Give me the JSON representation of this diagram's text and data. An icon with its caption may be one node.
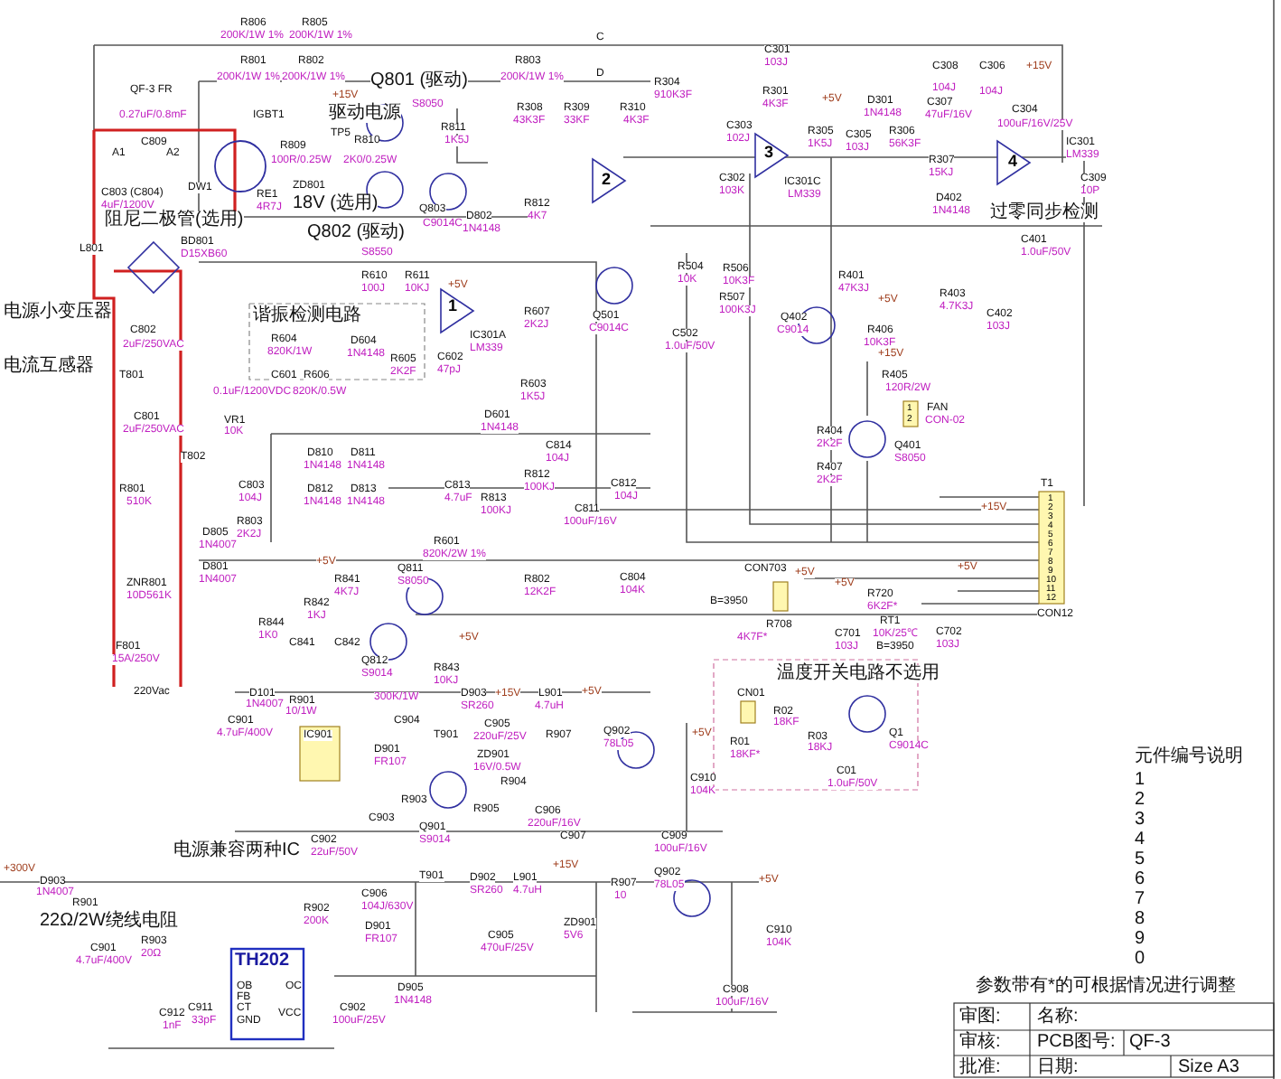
{
  "diagram": {
    "labels": [
      "C",
      "D",
      "R806",
      "200K/1W 1%",
      "R805",
      "200K/1W 1%",
      "R801",
      "200K/1W 1%",
      "R802",
      "200K/1W 1%",
      "R803",
      "200K/1W 1%",
      "QF-3 FR",
      "0.27uF/0.8mF",
      "C809",
      "A1",
      "A2",
      "IGBT1",
      "C803 (C804)",
      "4uF/1200V",
      "DW1",
      "阻尼二极管(选用)",
      "BD801",
      "D15XB60",
      "L801",
      "RE1",
      "4R7J",
      "ZD801",
      "18V (选用)",
      "R809",
      "100R/0.25W",
      "TP5",
      "R810",
      "2K0/0.25W",
      "+15V",
      "驱动电源",
      "Q801 (驱动)",
      "S8050",
      "Q802 (驱动)",
      "S8550",
      "Q803",
      "C9014C",
      "R811",
      "1K5J",
      "D802",
      "1N4148",
      "R812",
      "4K7",
      "R308",
      "43K3F",
      "R309",
      "33KF",
      "R310",
      "4K3F",
      "R304",
      "910K3F",
      "C301",
      "103J",
      "R301",
      "4K3F",
      "C303",
      "102J",
      "C302",
      "103K",
      "IC301C",
      "LM339",
      "+5V",
      "R305",
      "1K5J",
      "C305",
      "103J",
      "D301",
      "1N4148",
      "C308",
      "104J",
      "C306",
      "104J",
      "+15V",
      "C307",
      "47uF/16V",
      "R306",
      "56K3F",
      "C304",
      "100uF/16V/25V",
      "R307",
      "15KJ",
      "IC301",
      "LM339",
      "C309",
      "10P",
      "D402",
      "1N4148",
      "过零同步检测",
      "C401",
      "1.0uF/50V",
      "R504",
      "10K",
      "R506",
      "10K3F",
      "R507",
      "100K3J",
      "C502",
      "1.0uF/50V",
      "R401",
      "47K3J",
      "Q402",
      "C9014",
      "R406",
      "10K3F",
      "+5V",
      "R403",
      "4.7K3J",
      "C402",
      "103J",
      "+15V",
      "R405",
      "120R/2W",
      "FAN",
      "CON-02",
      "R404",
      "2K2F",
      "Q401",
      "S8050",
      "R407",
      "2K2F",
      "T1",
      "+15V",
      "CON12",
      "CON703",
      "+5V",
      "B=3950",
      "+5V",
      "R708",
      "4K7F*",
      "C701",
      "103J",
      "+5V",
      "R720",
      "6K2F*",
      "RT1",
      "10K/25℃",
      "B=3950",
      "C702",
      "103J",
      "温度开关电路不选用",
      "CN01",
      "R02",
      "18KF",
      "R01",
      "18KF*",
      "R03",
      "18KJ",
      "C01",
      "1.0uF/50V",
      "Q1",
      "C9014C",
      "电源小变压器",
      "C802",
      "2uF/250VAC",
      "电流互感器",
      "T801",
      "C801",
      "2uF/250VAC",
      "VR1",
      "10K",
      "T802",
      "R801",
      "510K",
      "C803",
      "104J",
      "R803",
      "2K2J",
      "D810",
      "1N4148",
      "D811",
      "1N4148",
      "D812",
      "1N4148",
      "D813",
      "1N4148",
      "C813",
      "4.7uF",
      "R813",
      "100KJ",
      "C814",
      "104J",
      "R812",
      "100KJ",
      "C811",
      "100uF/16V",
      "C812",
      "104J",
      "R601",
      "820K/2W 1%",
      "D805",
      "1N4007",
      "ZNR801",
      "10D561K",
      "D801",
      "1N4007",
      "R802",
      "12K2F",
      "C804",
      "104K",
      "Q811",
      "S8050",
      "+5V",
      "R841",
      "4K7J",
      "R842",
      "1KJ",
      "R844",
      "1K0",
      "C841",
      "C842",
      "Q812",
      "S9014",
      "R843",
      "10KJ",
      "+5V",
      "F801",
      "15A/250V",
      "220Vac",
      "谐振检测电路",
      "R610",
      "100J",
      "R611",
      "10KJ",
      "+5V",
      "R604",
      "820K/1W",
      "D604",
      "1N4148",
      "C602",
      "47pJ",
      "R605",
      "2K2F",
      "IC301A",
      "LM339",
      "R607",
      "2K2J",
      "R603",
      "1K5J",
      "D601",
      "1N4148",
      "Q501",
      "C9014C",
      "C601",
      "0.1uF/1200VDC",
      "R606",
      "820K/0.5W",
      "D101",
      "1N4007",
      "R901",
      "10/1W",
      "C901",
      "4.7uF/400V",
      "IC901",
      "300K/1W",
      "C904",
      "T901",
      "D903",
      "SR260",
      "C905",
      "220uF/25V",
      "+15V",
      "L901",
      "4.7uH",
      "+5V",
      "D901",
      "FR107",
      "ZD901",
      "16V/0.5W",
      "R904",
      "R905",
      "Q901",
      "S9014",
      "R903",
      "C903",
      "C902",
      "22uF/50V",
      "电源兼容两种IC",
      "C906",
      "220uF/16V",
      "C907",
      "R907",
      "Q902",
      "78L05",
      "+5V",
      "C910",
      "104K",
      "C909",
      "100uF/16V",
      "+300V",
      "D903",
      "1N4007",
      "R901",
      "22Ω/2W绕线电阻",
      "C901",
      "4.7uF/400V",
      "R903",
      "20Ω",
      "TH202",
      "OB",
      "FB",
      "CT",
      "GND",
      "OC",
      "VCC",
      "C911",
      "33pF",
      "C912",
      "1nF",
      "R902",
      "200K",
      "C906",
      "104J/630V",
      "D901",
      "FR107",
      "T901",
      "D902",
      "SR260",
      "L901",
      "4.7uH",
      "C905",
      "470uF/25V",
      "ZD901",
      "5V6",
      "+15V",
      "D905",
      "1N4148",
      "C902",
      "100uF/25V",
      "R907",
      "10",
      "Q902",
      "78L05",
      "+5V",
      "C910",
      "104K",
      "C908",
      "100uF/16V",
      "元件编号说明",
      "1",
      "2",
      "3",
      "4",
      "5",
      "6",
      "7",
      "8",
      "9",
      "0",
      "参数带有*的可根据情况进行调整",
      "审图:",
      "名称:",
      "审核:",
      "PCB图号:",
      "QF-3",
      "批准:",
      "日期:",
      "Size A3",
      "1",
      "2",
      "3",
      "4",
      "5",
      "6",
      "7",
      "8",
      "9",
      "10",
      "11",
      "12",
      "1",
      "2",
      "1",
      "2",
      "3",
      "4"
    ]
  }
}
